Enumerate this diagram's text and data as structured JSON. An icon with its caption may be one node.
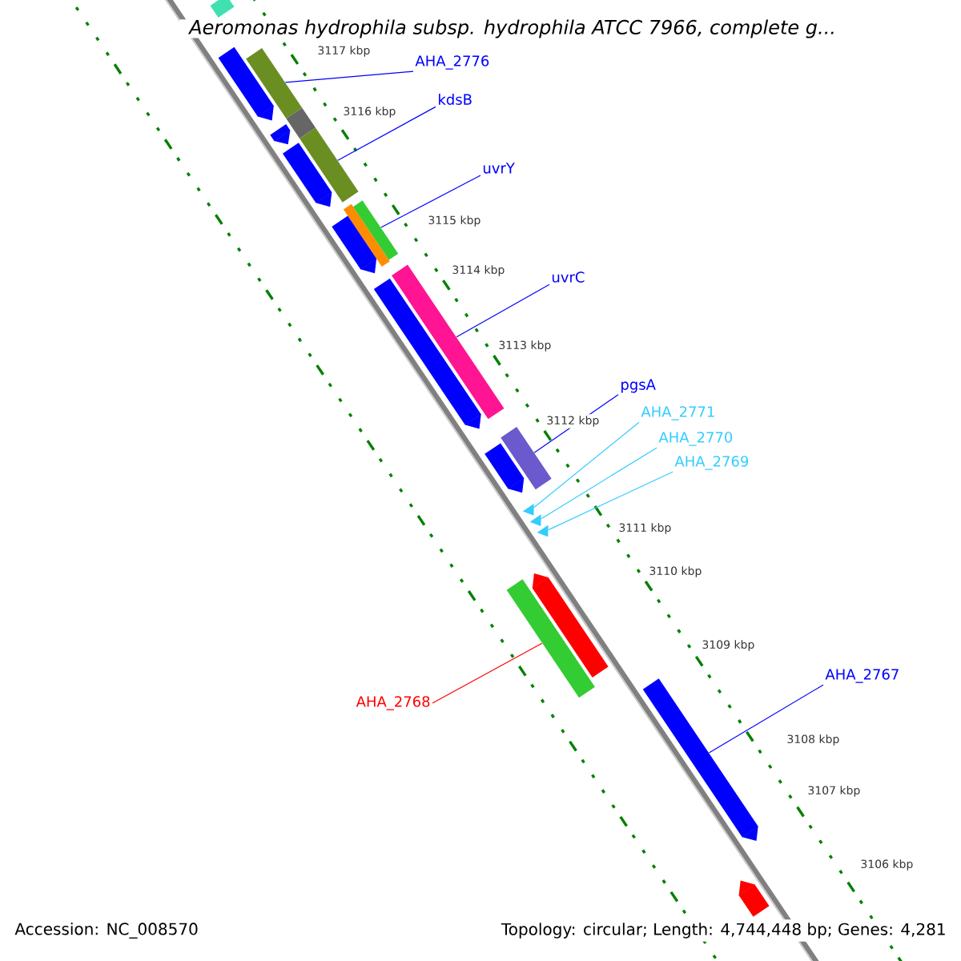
{
  "diagram": {
    "title": "*Aeromonas hydrophila* subsp. *hydrophila* ATCC 7966, complete g...",
    "nodes": [
      {
        "text": [
          "AHA_2776"
        ]
      },
      {
        "text": [
          "kdsB"
        ]
      },
      {
        "text": [
          "uvrY"
        ]
      },
      {
        "text": [
          "uvrC"
        ]
      },
      {
        "text": [
          "pgsA"
        ]
      },
      {
        "text": [
          "AHA_2771"
        ]
      },
      {
        "text": [
          "AHA_2770"
        ]
      },
      {
        "text": [
          "AHA_2769"
        ]
      },
      {
        "text": [
          "AHA_2767"
        ]
      },
      {
        "text": [
          "AHA_2768"
        ]
      },
      {
        "text": [],
        "shape": "bar"
      },
      {
        "text": [],
        "shape": "arrow"
      },
      {
        "text": [],
        "shape": "bar"
      },
      {
        "text": [],
        "shape": "bar"
      },
      {
        "text": [],
        "shape": "arrow"
      },
      {
        "text": [],
        "shape": "bar"
      },
      {
        "text": [],
        "shape": "arrow"
      },
      {
        "text": [],
        "shape": "bar"
      },
      {
        "text": [],
        "shape": "bar"
      },
      {
        "text": [],
        "shape": "arrow"
      },
      {
        "text": [],
        "shape": "bar"
      },
      {
        "text": [],
        "shape": "arrow"
      },
      {
        "text": [],
        "shape": "bar"
      },
      {
        "text": [],
        "shape": "arrow"
      },
      {
        "text": [],
        "shape": "triangle"
      },
      {
        "text": [],
        "shape": "triangle"
      },
      {
        "text": [],
        "shape": "triangle"
      },
      {
        "text": [],
        "shape": "bar"
      },
      {
        "text": [],
        "shape": "arrow"
      },
      {
        "text": [],
        "shape": "arrow"
      },
      {
        "text": [],
        "shape": "arrow"
      }
    ],
    "edges": [
      {
        "from": 0,
        "to": 12,
        "arrow": "none"
      },
      {
        "from": 1,
        "to": 15,
        "arrow": "none"
      },
      {
        "from": 2,
        "to": 18,
        "arrow": "none"
      },
      {
        "from": 3,
        "to": 20,
        "arrow": "none"
      },
      {
        "from": 4,
        "to": 22,
        "arrow": "none"
      },
      {
        "from": 5,
        "to": 24,
        "arrow": "none",
        "color": "#33ccff"
      },
      {
        "from": 6,
        "to": 25,
        "arrow": "none",
        "color": "#33ccff"
      },
      {
        "from": 7,
        "to": 26,
        "arrow": "none",
        "color": "#33ccff"
      },
      {
        "from": 8,
        "to": 29,
        "arrow": "none"
      },
      {
        "from": 9,
        "to": 27,
        "arrow": "none",
        "color": "#ff0000"
      }
    ],
    "labels": [
      "3117 kbp",
      "3116 kbp",
      "3115 kbp",
      "3114 kbp",
      "3113 kbp",
      "3112 kbp",
      "3111 kbp",
      "3110 kbp",
      "3109 kbp",
      "3108 kbp",
      "3107 kbp",
      "3106 kbp",
      "Accession: NC_008570",
      "Topology: circular; Length: 4,744,448 bp; Genes: 4,281"
    ]
  }
}
